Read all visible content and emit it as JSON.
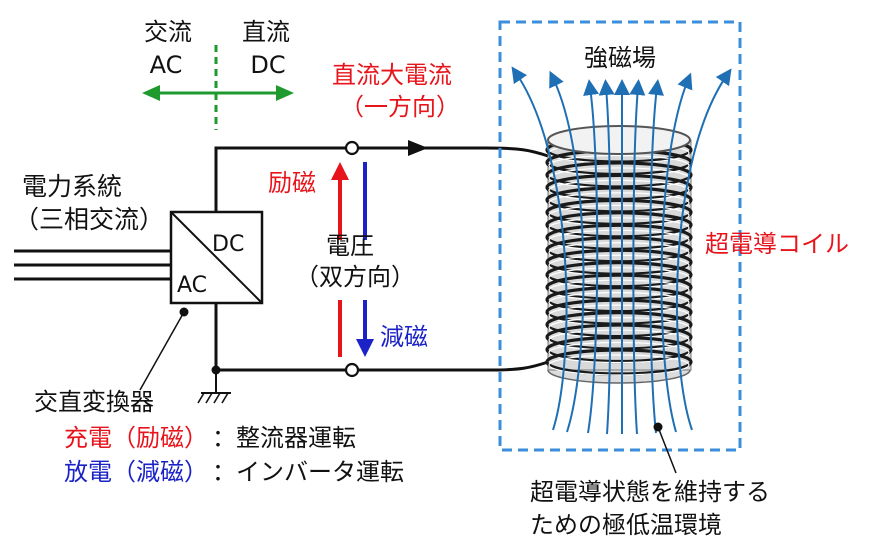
{
  "labels": {
    "ac_side": "交流",
    "ac_side_en": "AC",
    "dc_side": "直流",
    "dc_side_en": "DC",
    "dc_current": "直流大電流",
    "dc_current_dir": "（一方向）",
    "strong_field": "強磁場",
    "grid": "電力系統",
    "grid_sub": "（三相交流）",
    "excitation": "励磁",
    "voltage": "電圧",
    "voltage_dir": "（双方向）",
    "demagnetize": "減磁",
    "conv_dc": "DC",
    "conv_ac": "AC",
    "converter": "交直変換器",
    "sc_coil": "超電導コイル",
    "charge_label": "充電（励磁）",
    "charge_mode": "：整流器運転",
    "discharge_label": "放電（減磁）",
    "discharge_mode": "：インバータ運転",
    "cryo_line1": "超電導状態を維持する",
    "cryo_line2": "ための極低温環境"
  },
  "colors": {
    "red": "#e8141b",
    "blue": "#1a22c8",
    "green": "#1e9a2e",
    "field": "#1f6fb5",
    "dashed_box": "#3d8fdc",
    "text": "#111111"
  },
  "icons": {
    "ground": "ground-icon",
    "terminal": "terminal-node-icon"
  }
}
